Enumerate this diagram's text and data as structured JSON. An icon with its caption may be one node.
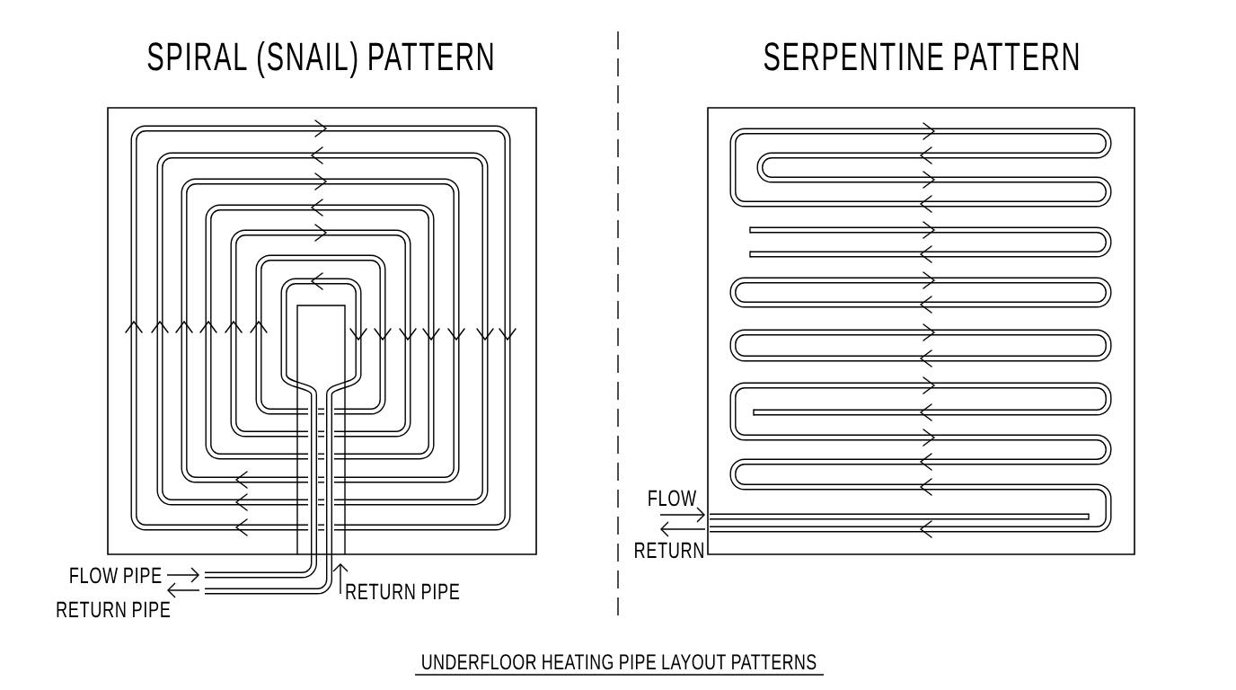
{
  "diagram": {
    "caption": "UNDERFLOOR HEATING PIPE LAYOUT PATTERNS",
    "nodes": [
      {
        "text": [
          "SPIRAL (SNAIL) PATTERN"
        ],
        "beside": [
          "FLOW PIPE",
          "RETURN PIPE",
          "RETURN PIPE"
        ]
      },
      {
        "text": [
          "SERPENTINE PATTERN"
        ],
        "beside": [
          "FLOW",
          "RETURN"
        ]
      }
    ]
  }
}
